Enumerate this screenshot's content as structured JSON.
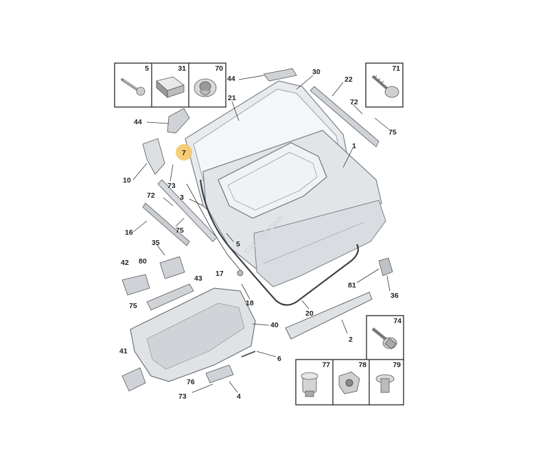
{
  "watermark": "carcam.com",
  "highlight_color": "#f7c86a",
  "part_boxes": [
    {
      "name": "box-top-left",
      "labels": [
        "5",
        "31",
        "70"
      ],
      "icons": [
        "bolt-icon",
        "foam-pad-icon",
        "grommet-icon"
      ]
    },
    {
      "name": "box-top-right",
      "labels": [
        "71"
      ],
      "icons": [
        "screw-icon"
      ]
    },
    {
      "name": "box-bottom-right-single",
      "labels": [
        "74"
      ],
      "icons": [
        "flange-bolt-icon"
      ]
    },
    {
      "name": "box-bottom-right-triple",
      "labels": [
        "77",
        "78",
        "79"
      ],
      "icons": [
        "push-clip-icon",
        "retainer-clip-icon",
        "rivet-icon"
      ]
    }
  ],
  "callouts": [
    "44",
    "30",
    "22",
    "21",
    "72",
    "75",
    "44",
    "7",
    "1",
    "10",
    "73",
    "72",
    "3",
    "75",
    "16",
    "5",
    "35",
    "42",
    "80",
    "17",
    "43",
    "81",
    "36",
    "75",
    "18",
    "20",
    "40",
    "2",
    "41",
    "6",
    "76",
    "73",
    "4"
  ]
}
